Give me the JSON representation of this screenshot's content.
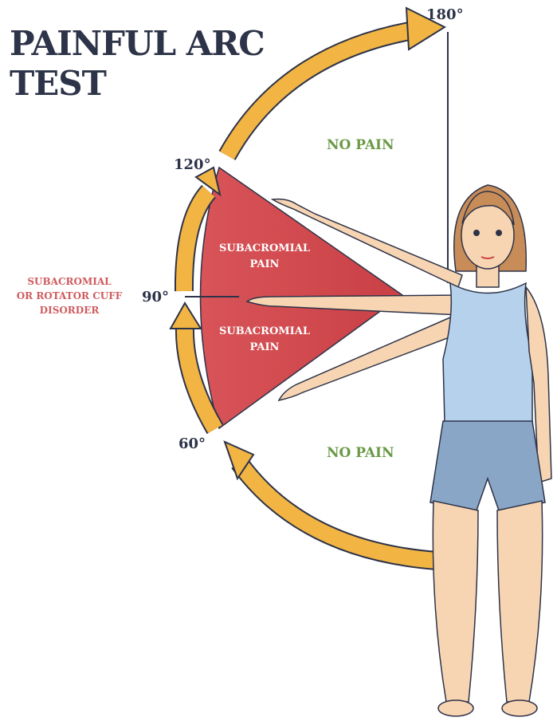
{
  "title": {
    "line1": "PAINFUL ARC",
    "line2": "TEST"
  },
  "angles": {
    "a180": "180°",
    "a120": "120°",
    "a90": "90°",
    "a60": "60°"
  },
  "zones": {
    "upper_no_pain": "NO PAIN",
    "lower_no_pain": "NO PAIN",
    "upper_pain": {
      "line1": "SUBACROMIAL",
      "line2": "PAIN"
    },
    "lower_pain": {
      "line1": "SUBACROMIAL",
      "line2": "PAIN"
    }
  },
  "side_label": {
    "line1": "SUBACROMIAL",
    "line2": "OR ROTATOR CUFF",
    "line3": "DISORDER"
  },
  "colors": {
    "title": "#2d3348",
    "arrow": "#f2b544",
    "arrow_outline": "#2d3348",
    "pain_zone": "#d9565a",
    "no_pain_text": "#6a9a47",
    "side_label": "#cf5b5e",
    "skin": "#f7d5b3",
    "tank_top": "#b6d1ec",
    "shorts": "#8aa6c6",
    "hair": "#c88c58"
  }
}
